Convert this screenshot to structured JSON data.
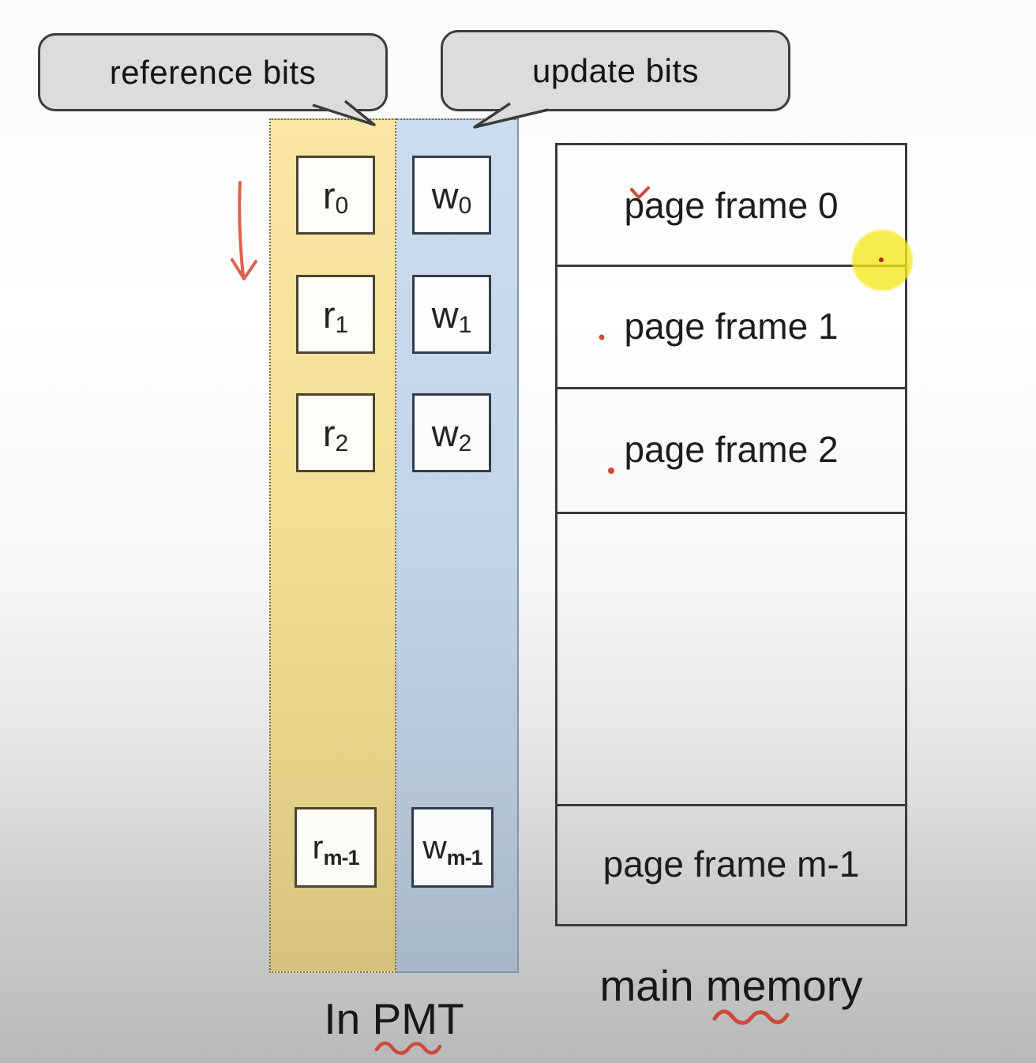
{
  "callouts": {
    "reference": "reference bits",
    "update": "update bits"
  },
  "bits": {
    "rows": [
      {
        "r_base": "r",
        "r_sub": "0",
        "w_base": "w",
        "w_sub": "0"
      },
      {
        "r_base": "r",
        "r_sub": "1",
        "w_base": "w",
        "w_sub": "1"
      },
      {
        "r_base": "r",
        "r_sub": "2",
        "w_base": "w",
        "w_sub": "2"
      },
      {
        "r_base": "r",
        "r_sub": "m-1",
        "w_base": "w",
        "w_sub": "m-1"
      }
    ]
  },
  "memory": {
    "frames": [
      {
        "label": "page frame 0"
      },
      {
        "label": "page frame 1"
      },
      {
        "label": "page frame 2"
      },
      {
        "label": ""
      },
      {
        "label": "page frame m-1"
      }
    ]
  },
  "captions": {
    "pmt": "In PMT",
    "memory": "main memory"
  },
  "colors": {
    "reference_column": "#f4dd92",
    "update_column": "#c2d4e7",
    "callout_fill": "#dcdcdc",
    "border_dark": "#3a3a3a",
    "highlight_yellow": "#f5e822",
    "annotation_red": "#cd4a3a",
    "arrow_red": "#e0614e"
  },
  "annotations": {
    "down_arrow": "hand-drawn red down arrow",
    "frame0_mark": "red check mark",
    "frame1_mark": "red dot",
    "frame2_mark": "red dot",
    "highlight_mark": "yellow highlight circle with red dot",
    "pmt_underline": "red squiggly underline",
    "memory_underline": "red squiggly underline"
  }
}
